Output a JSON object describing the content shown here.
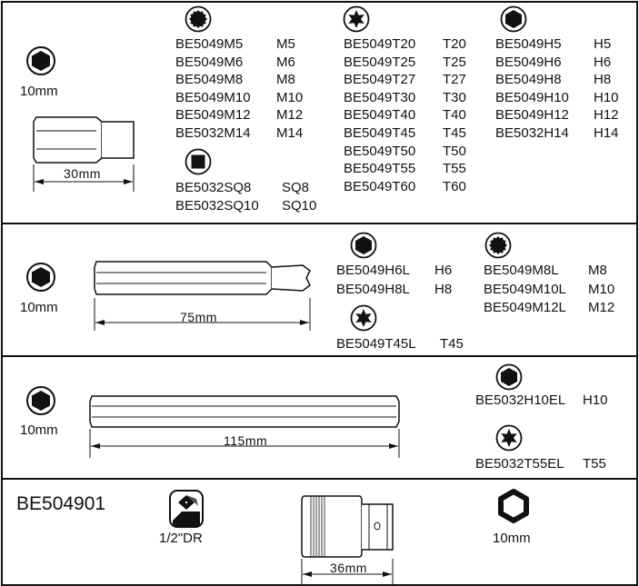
{
  "title_code": "BE504901",
  "drive": {
    "label": "1/2\"DR",
    "socket_length": "36mm",
    "socket_size": "10mm"
  },
  "section1": {
    "shank": "10mm",
    "length": "30mm",
    "columns": [
      {
        "icon": "spline-icon",
        "rows": [
          {
            "code": "BE5049M5",
            "size": "M5"
          },
          {
            "code": "BE5049M6",
            "size": "M6"
          },
          {
            "code": "BE5049M8",
            "size": "M8"
          },
          {
            "code": "BE5049M10",
            "size": "M10"
          },
          {
            "code": "BE5049M12",
            "size": "M12"
          },
          {
            "code": "BE5032M14",
            "size": "M14"
          }
        ]
      },
      {
        "icon": "square-icon",
        "rows": [
          {
            "code": "BE5032SQ8",
            "size": "SQ8"
          },
          {
            "code": "BE5032SQ10",
            "size": "SQ10"
          }
        ]
      },
      {
        "icon": "torx-icon",
        "rows": [
          {
            "code": "BE5049T20",
            "size": "T20"
          },
          {
            "code": "BE5049T25",
            "size": "T25"
          },
          {
            "code": "BE5049T27",
            "size": "T27"
          },
          {
            "code": "BE5049T30",
            "size": "T30"
          },
          {
            "code": "BE5049T40",
            "size": "T40"
          },
          {
            "code": "BE5049T45",
            "size": "T45"
          },
          {
            "code": "BE5049T50",
            "size": "T50"
          },
          {
            "code": "BE5049T55",
            "size": "T55"
          },
          {
            "code": "BE5049T60",
            "size": "T60"
          }
        ]
      },
      {
        "icon": "hex-icon",
        "rows": [
          {
            "code": "BE5049H5",
            "size": "H5"
          },
          {
            "code": "BE5049H6",
            "size": "H6"
          },
          {
            "code": "BE5049H8",
            "size": "H8"
          },
          {
            "code": "BE5049H10",
            "size": "H10"
          },
          {
            "code": "BE5049H12",
            "size": "H12"
          },
          {
            "code": "BE5032H14",
            "size": "H14"
          }
        ]
      }
    ]
  },
  "section2": {
    "shank": "10mm",
    "length": "75mm",
    "columns": [
      {
        "icon": "hex-icon",
        "rows": [
          {
            "code": "BE5049H6L",
            "size": "H6"
          },
          {
            "code": "BE5049H8L",
            "size": "H8"
          }
        ]
      },
      {
        "icon": "torx-icon",
        "rows": [
          {
            "code": "BE5049T45L",
            "size": "T45"
          }
        ]
      },
      {
        "icon": "spline-icon",
        "rows": [
          {
            "code": "BE5049M8L",
            "size": "M8"
          },
          {
            "code": "BE5049M10L",
            "size": "M10"
          },
          {
            "code": "BE5049M12L",
            "size": "M12"
          }
        ]
      }
    ]
  },
  "section3": {
    "shank": "10mm",
    "length": "115mm",
    "columns": [
      {
        "icon": "hex-icon",
        "rows": [
          {
            "code": "BE5032H10EL",
            "size": "H10"
          }
        ]
      },
      {
        "icon": "torx-icon",
        "rows": [
          {
            "code": "BE5032T55EL",
            "size": "T55"
          }
        ]
      }
    ]
  }
}
